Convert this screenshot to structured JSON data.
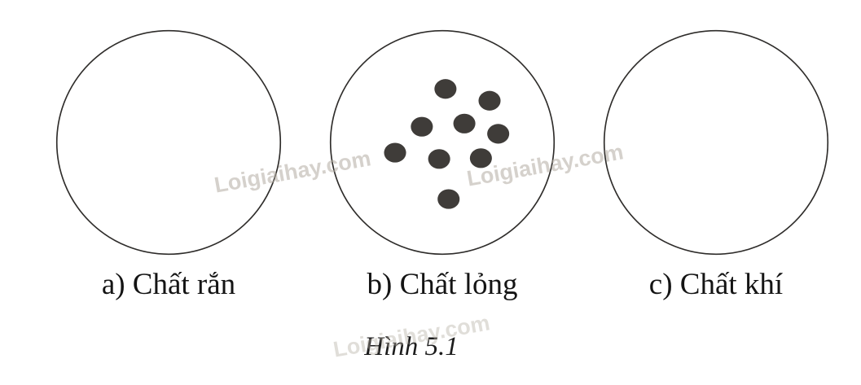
{
  "figure": {
    "caption": "Hình 5.1",
    "watermark": "Loigiaihay.com",
    "dot_color": "#3f3c39",
    "circle_stroke": "#2e2c2a",
    "panels": [
      {
        "id": "a",
        "label": "a) Chất rắn",
        "dots": []
      },
      {
        "id": "b",
        "label": "b) Chất lỏng",
        "dots": [
          [
            154,
            82
          ],
          [
            210,
            97
          ],
          [
            124,
            130
          ],
          [
            178,
            126
          ],
          [
            221,
            139
          ],
          [
            90,
            163
          ],
          [
            146,
            171
          ],
          [
            199,
            170
          ],
          [
            158,
            222
          ]
        ]
      },
      {
        "id": "c",
        "label": "c) Chất khí",
        "dots": []
      }
    ]
  }
}
